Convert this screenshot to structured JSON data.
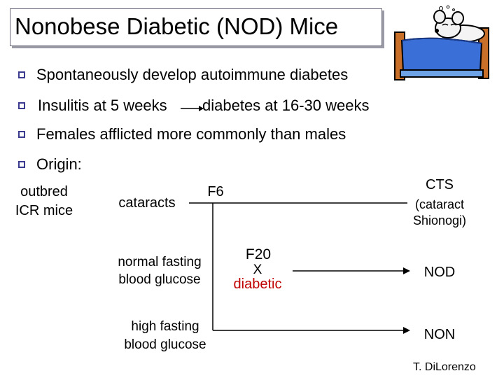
{
  "title": "Nonobese Diabetic (NOD) Mice",
  "bullets": {
    "b1": "Spontaneously develop autoimmune diabetes",
    "b2a": "Insulitis at 5 weeks",
    "b2b": "diabetes at 16-30 weeks",
    "b3": "Females afflicted more commonly than males",
    "b4": "Origin:"
  },
  "diagram": {
    "outbred_line1": "outbred",
    "outbred_line2": "ICR mice",
    "cataracts": "cataracts",
    "f6": "F6",
    "cts": "CTS",
    "cts_sub1": "(cataract",
    "cts_sub2": "Shionogi)",
    "normal_line1": "normal fasting",
    "normal_line2": "blood glucose",
    "f20": "F20",
    "x": "X",
    "diabetic": "diabetic",
    "nod": "NOD",
    "high_line1": "high fasting",
    "high_line2": "blood glucose",
    "non": "NON"
  },
  "credit": "T. DiLorenzo",
  "colors": {
    "bullet_border": "#3b3b8f",
    "diabetic_text": "#c00000"
  },
  "icons": {
    "clipart": "sick-mouse-in-bed-clipart"
  }
}
